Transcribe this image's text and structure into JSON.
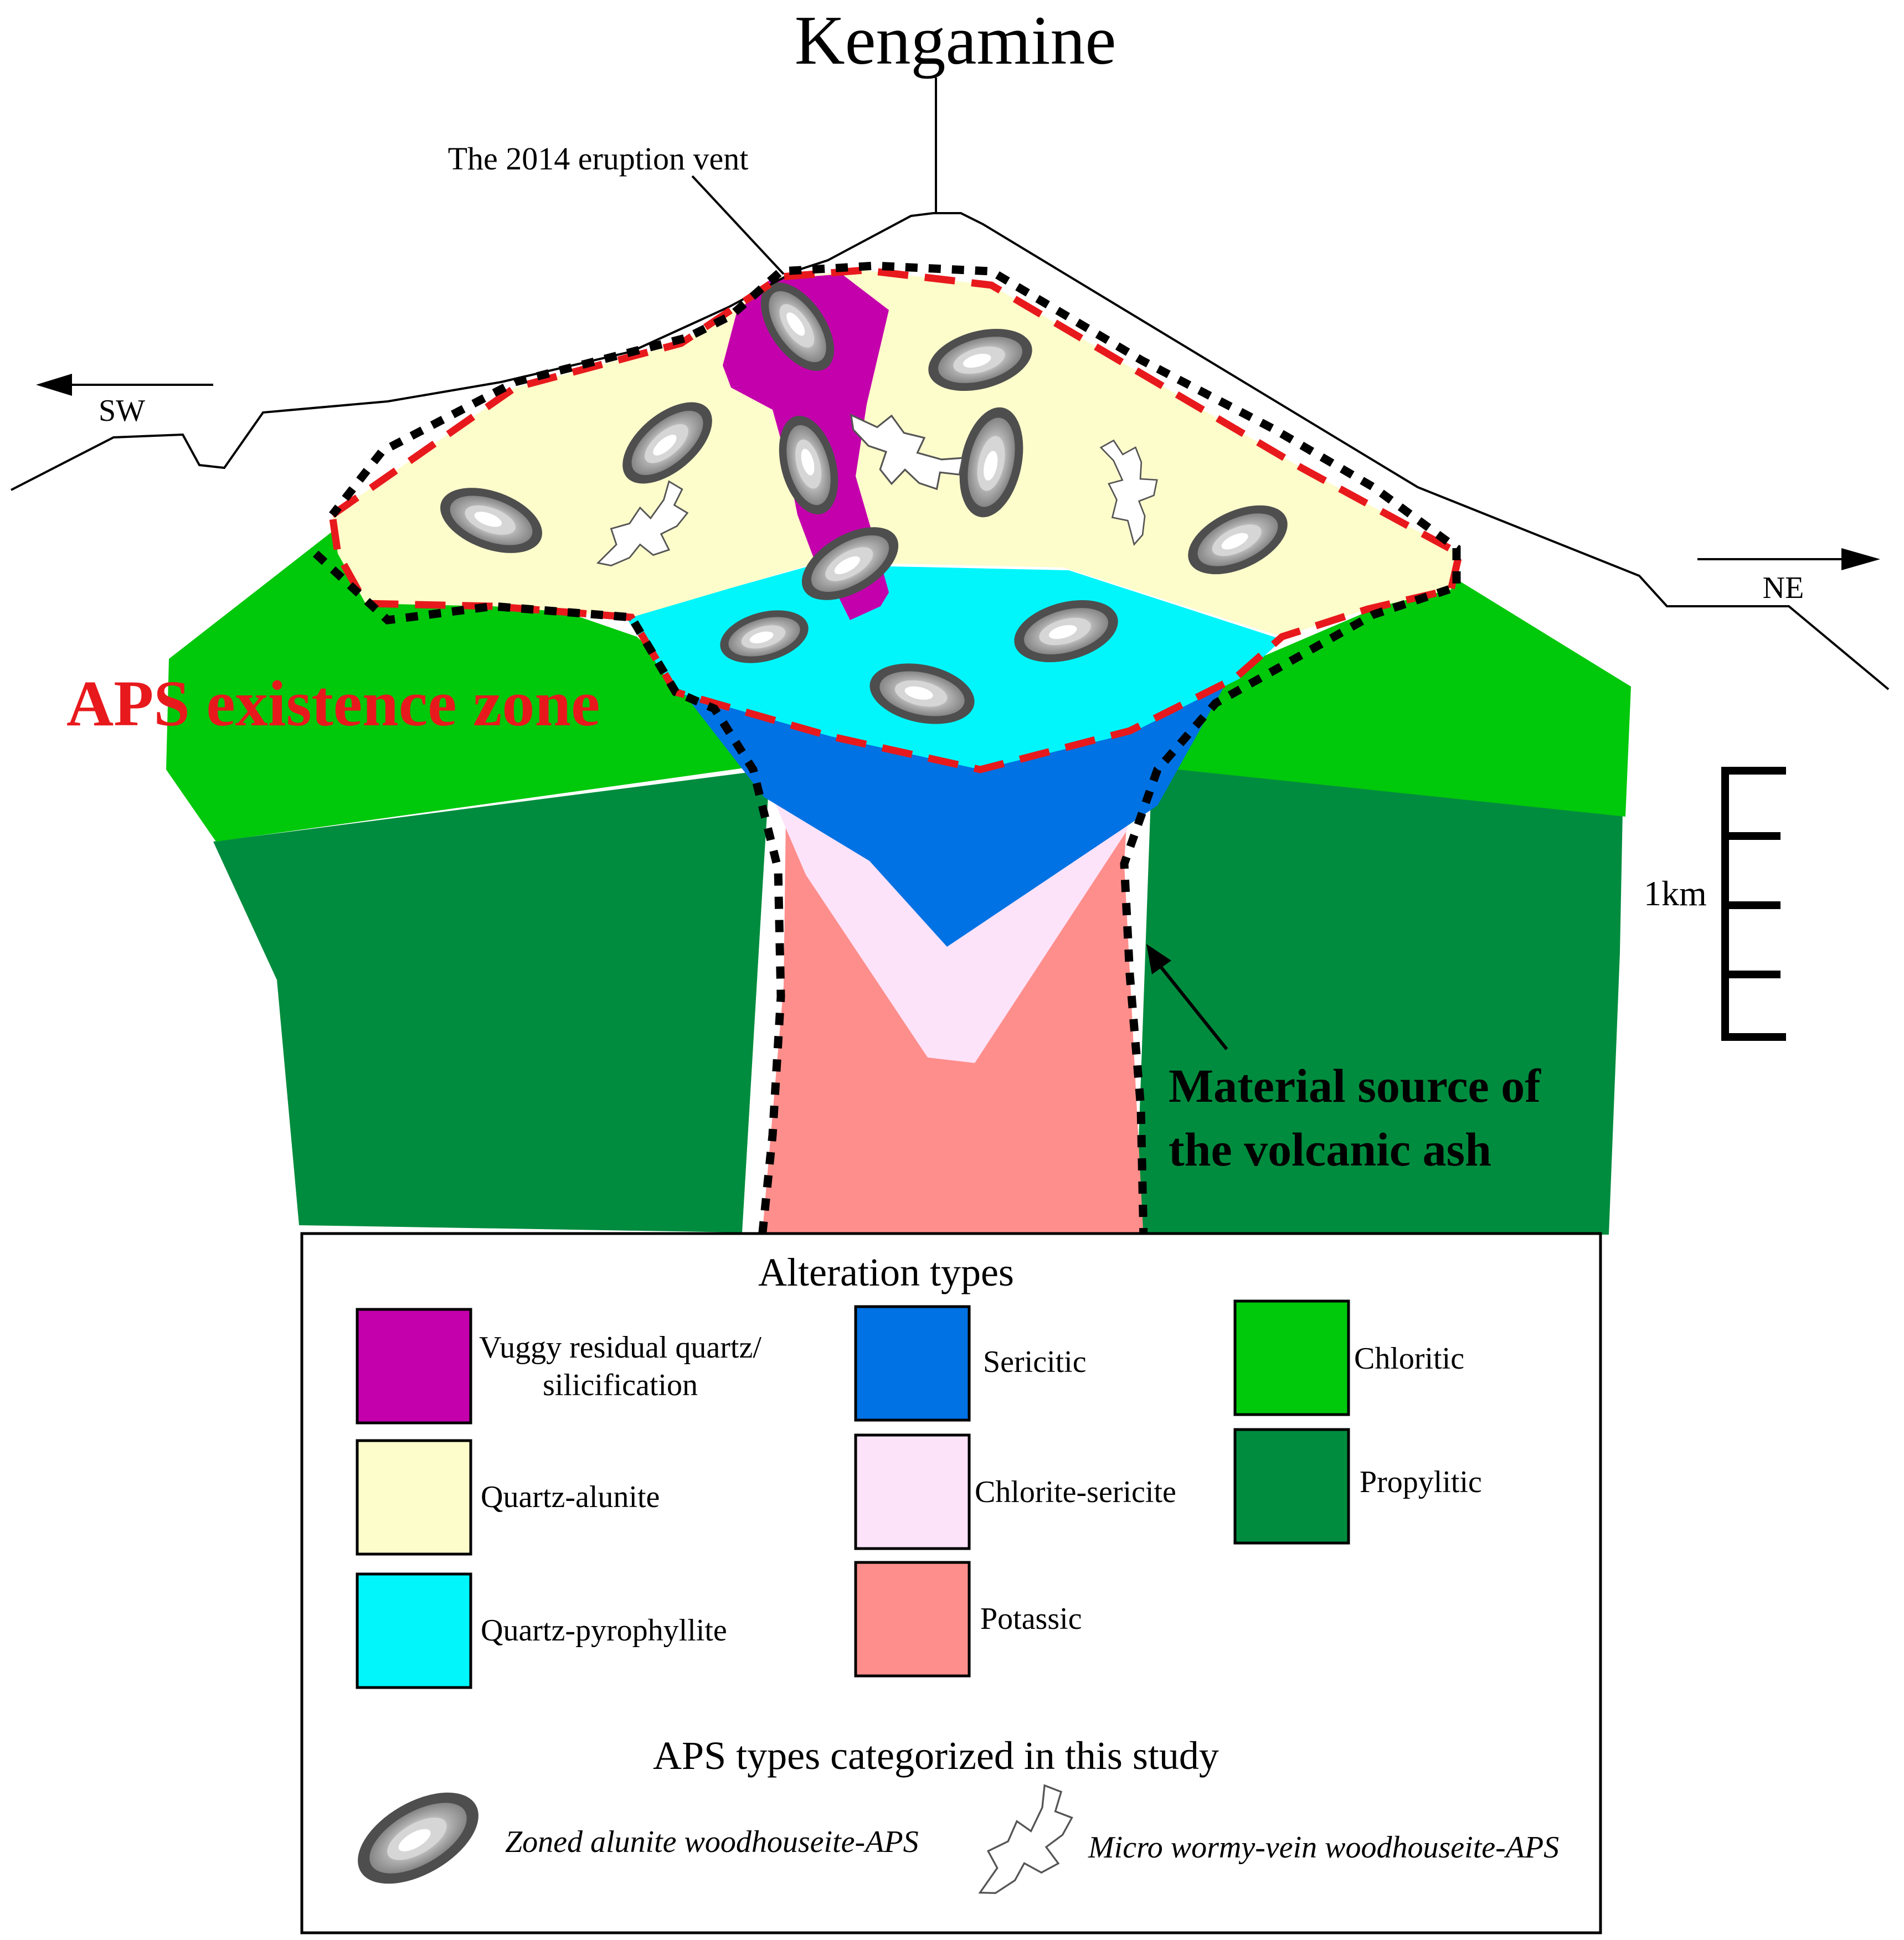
{
  "title": "Kengamine",
  "labels": {
    "vent": "The 2014 eruption vent",
    "sw": "SW",
    "ne": "NE",
    "aps_zone": "APS existence zone",
    "scale": "1km",
    "material_source_line1": "Material source of",
    "material_source_line2": "the volcanic ash"
  },
  "colors": {
    "vuggy": "#c400ad",
    "quartz_alunite": "#fdfccb",
    "quartz_pyrophyllite": "#00f6fb",
    "sericitic": "#0072e3",
    "chlorite_sericite": "#fce3fa",
    "potassic": "#fe8e8b",
    "chloritic": "#00c80b",
    "propylitic": "#008c3e",
    "aps_zone": "#e8191c"
  },
  "legend": {
    "title": "Alteration types",
    "items": [
      {
        "label_line1": "Vuggy residual quartz/",
        "label_line2": "silicification",
        "color_key": "vuggy"
      },
      {
        "label_line1": "Quartz-alunite",
        "label_line2": "",
        "color_key": "quartz_alunite"
      },
      {
        "label_line1": "Quartz-pyrophyllite",
        "label_line2": "",
        "color_key": "quartz_pyrophyllite"
      },
      {
        "label_line1": "Sericitic",
        "label_line2": "",
        "color_key": "sericitic"
      },
      {
        "label_line1": "Chlorite-sericite",
        "label_line2": "",
        "color_key": "chlorite_sericite"
      },
      {
        "label_line1": "Potassic",
        "label_line2": "",
        "color_key": "potassic"
      },
      {
        "label_line1": "Chloritic",
        "label_line2": "",
        "color_key": "chloritic"
      },
      {
        "label_line1": "Propylitic",
        "label_line2": "",
        "color_key": "propylitic"
      }
    ],
    "aps_title": "APS types categorized in this study",
    "aps_types": [
      {
        "label": "Zoned alunite woodhouseite-APS",
        "icon": "zoned-grain-icon"
      },
      {
        "label": "Micro wormy-vein woodhouseite-APS",
        "icon": "wormy-vein-icon"
      }
    ]
  }
}
